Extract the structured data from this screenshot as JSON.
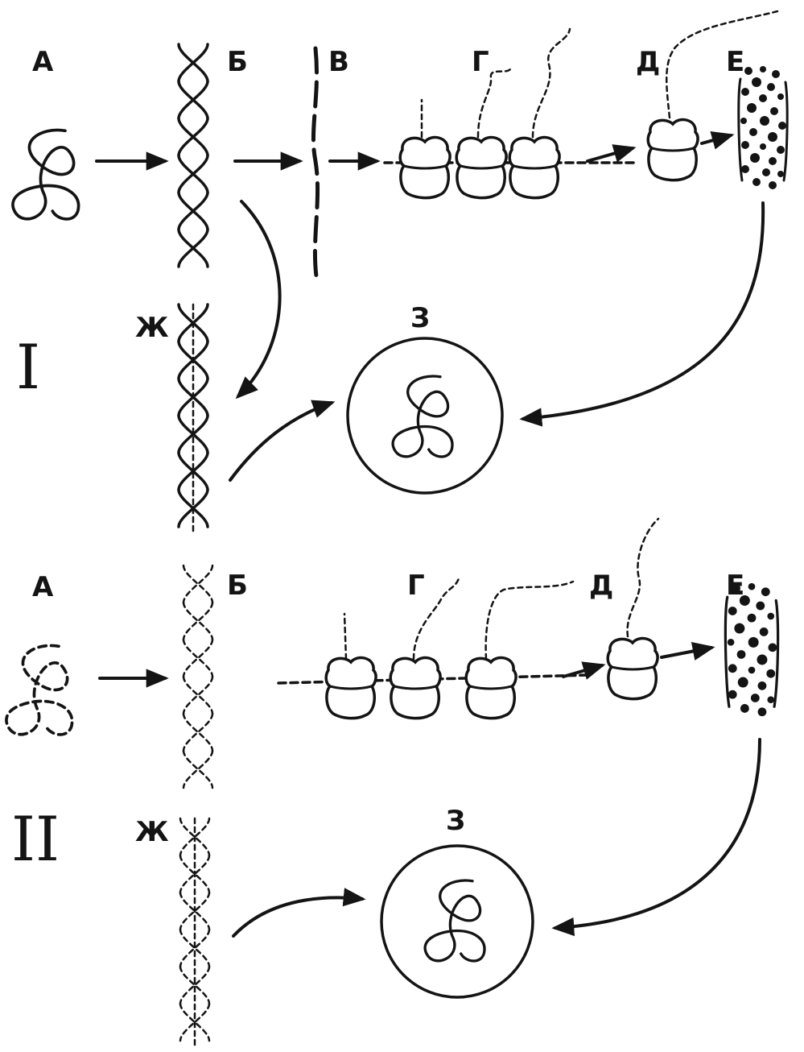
{
  "panels": {
    "top": {
      "roman": "I",
      "labels": {
        "a": "А",
        "b": "Б",
        "v": "В",
        "g": "Г",
        "d": "Д",
        "e": "Е",
        "zh": "Ж",
        "z": "З"
      }
    },
    "bottom": {
      "roman": "II",
      "labels": {
        "a": "А",
        "b": "Б",
        "g": "Г",
        "d": "Д",
        "e": "Е",
        "zh": "Ж",
        "z": "З"
      }
    }
  },
  "colors": {
    "ink": "#141414",
    "background": "#ffffff"
  }
}
